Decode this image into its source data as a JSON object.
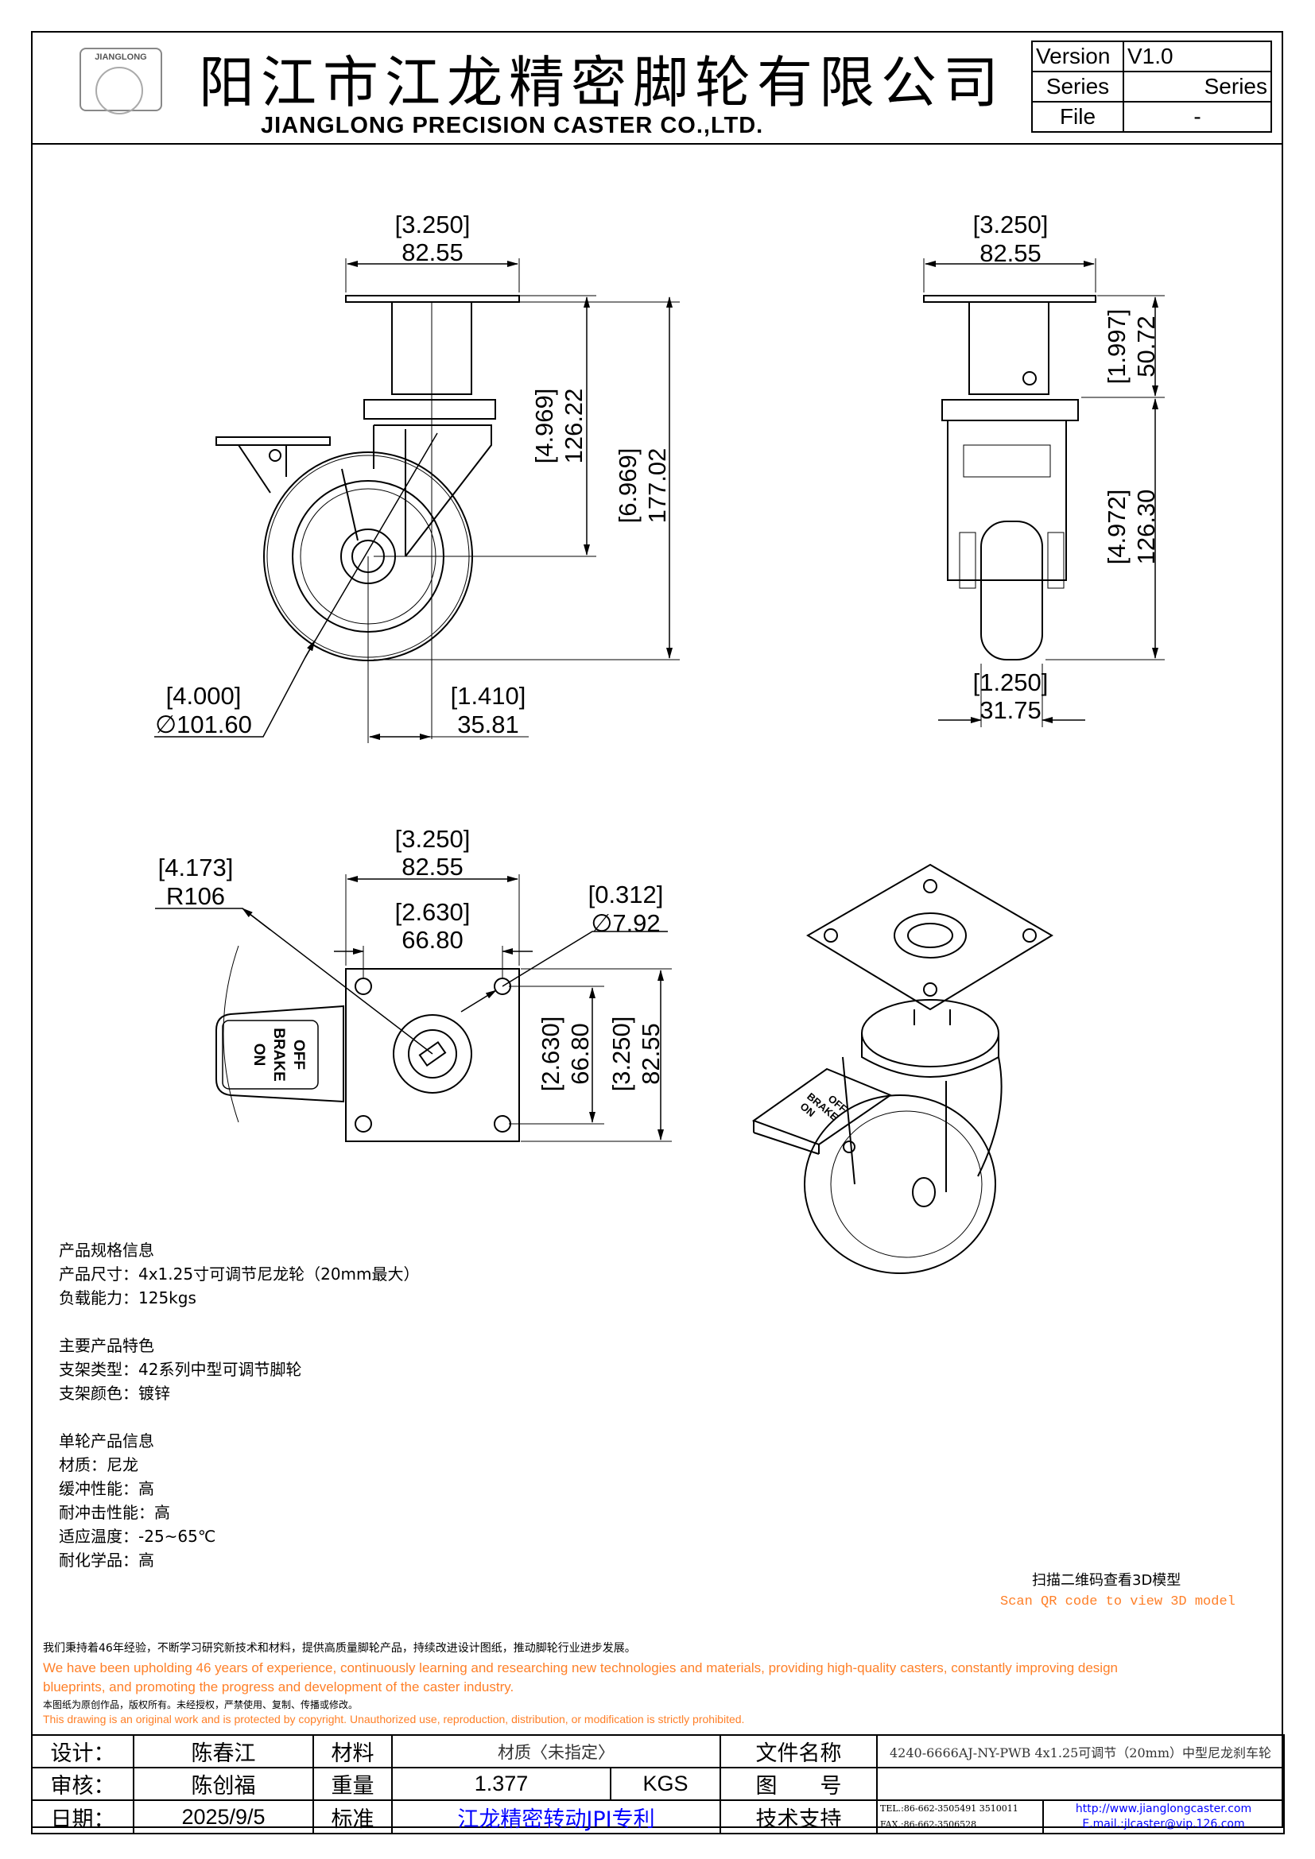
{
  "header": {
    "logo_text": "JIANGLONG",
    "company_cn": "阳江市江龙精密脚轮有限公司",
    "company_en": "JIANGLONG PRECISION CASTER CO.,LTD.",
    "info": [
      {
        "label": "Version",
        "value": "V1.0"
      },
      {
        "label": "Series",
        "value": "Series"
      },
      {
        "label": "File",
        "value": "-"
      }
    ]
  },
  "views": {
    "front": {
      "top_in": "[3.250]",
      "top_mm": "82.55",
      "h1_in": "[4.969]",
      "h1_mm": "126.22",
      "h2_in": "[6.969]",
      "h2_mm": "177.02",
      "dia_in": "[4.000]",
      "dia_mm": "∅101.60",
      "off_in": "[1.410]",
      "off_mm": "35.81"
    },
    "side": {
      "top_in": "[3.250]",
      "top_mm": "82.55",
      "h1_in": "[1.997]",
      "h1_mm": "50.72",
      "h2_in": "[4.972]",
      "h2_mm": "126.30",
      "w_in": "[1.250]",
      "w_mm": "31.75"
    },
    "top": {
      "w_in": "[3.250]",
      "w_mm": "82.55",
      "hole_in": "[2.630]",
      "hole_mm": "66.80",
      "r_in": "[4.173]",
      "r_mm": "R106",
      "bolt_in": "[0.312]",
      "bolt_mm": "∅7.92",
      "vh_in": "[2.630]",
      "vh_mm": "66.80",
      "vw_in": "[3.250]",
      "vw_mm": "82.55"
    },
    "brake_labels": [
      "OFF",
      "BRAKE",
      "ON"
    ]
  },
  "specs": [
    "产品规格信息",
    "产品尺寸：4x1.25寸可调节尼龙轮（20mm最大）",
    "负载能力：125kgs",
    "",
    "主要产品特色",
    "支架类型：42系列中型可调节脚轮",
    "支架颜色：镀锌",
    "",
    "单轮产品信息",
    "材质：尼龙",
    "缓冲性能：高",
    "耐冲击性能：高",
    "适应温度：-25~65℃",
    "耐化学品：高"
  ],
  "qr": {
    "cn": "扫描二维码查看3D模型",
    "en": "Scan QR code to view 3D model"
  },
  "statement": {
    "cn1": "我们秉持着46年经验，不断学习研究新技术和材料，提供高质量脚轮产品，持续改进设计图纸，推动脚轮行业进步发展。",
    "en1a": "We have been upholding 46 years of experience, continuously learning and researching new technologies and materials, providing high-quality casters, constantly improving design",
    "en1b": "blueprints, and promoting the progress and development of the caster industry.",
    "cn2": "本图纸为原创作品，版权所有。未经授权，严禁使用、复制、传播或修改。",
    "en2": "This drawing is an original work and is protected by copyright. Unauthorized use, reproduction, distribution, or modification is strictly prohibited."
  },
  "footer": {
    "design_label": "设计：",
    "design_value": "陈春江",
    "material_label": "材料",
    "material_value": "材质〈未指定〉",
    "filename_label": "文件名称",
    "filename_value": "4240-6666AJ-NY-PWB 4x1.25可调节（20mm）中型尼龙刹车轮",
    "review_label": "审核：",
    "review_value": "陈创福",
    "weight_label": "重量",
    "weight_value": "1.377",
    "weight_unit": "KGS",
    "drawing_no_label": "图　　号",
    "drawing_no_value": "",
    "date_label": "日期：",
    "date_value": "2025/9/5",
    "standard_label": "标准",
    "standard_value": "江龙精密转动JPI专利",
    "support_label": "技术支持",
    "tel": "TEL.:86-662-3505491 3510011",
    "fax": "FAX.:86-662-3506528",
    "website": "http://www.jianglongcaster.com",
    "email": "E.mail.:jlcaster@vip.126.com"
  },
  "colors": {
    "accent_orange": "#ff7f27",
    "link_blue": "#0000ff"
  }
}
